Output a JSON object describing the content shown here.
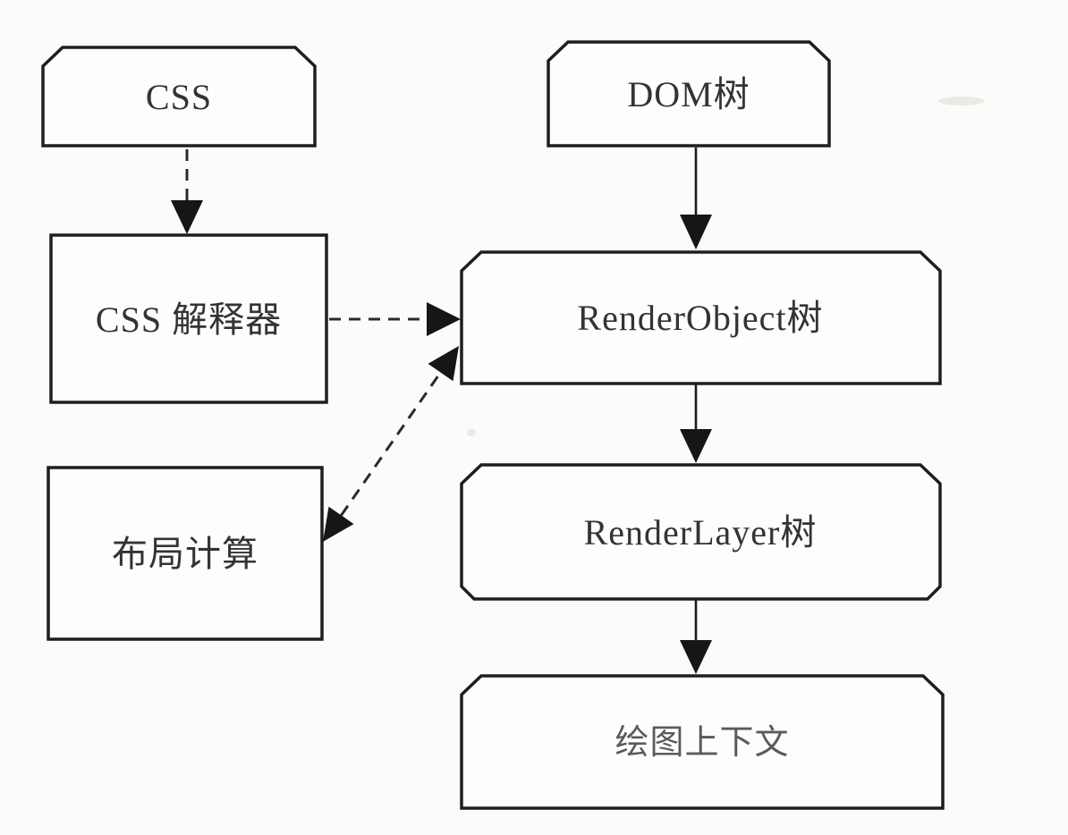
{
  "diagram": {
    "title": "WebKit rendering pipeline flowchart",
    "nodes": {
      "css": {
        "label": "CSS"
      },
      "css_interpreter": {
        "label": "CSS 解释器"
      },
      "layout": {
        "label": "布局计算"
      },
      "dom_tree": {
        "label": "DOM树"
      },
      "render_object_tree": {
        "label": "RenderObject树"
      },
      "render_layer_tree": {
        "label": "RenderLayer树"
      },
      "paint_context": {
        "label": "绘图上下文"
      }
    },
    "edges": [
      {
        "from": "css",
        "to": "css_interpreter",
        "style": "dashed",
        "direction": "one-way"
      },
      {
        "from": "dom_tree",
        "to": "render_object_tree",
        "style": "solid",
        "direction": "one-way"
      },
      {
        "from": "css_interpreter",
        "to": "render_object_tree",
        "style": "dashed",
        "direction": "one-way"
      },
      {
        "from": "layout",
        "to": "render_object_tree",
        "style": "dashed",
        "direction": "two-way"
      },
      {
        "from": "render_object_tree",
        "to": "render_layer_tree",
        "style": "solid",
        "direction": "one-way"
      },
      {
        "from": "render_layer_tree",
        "to": "paint_context",
        "style": "solid",
        "direction": "one-way"
      }
    ],
    "colors": {
      "line": "#1c1c1c",
      "box_border": "#1e1e1e",
      "box_fill": "#fdfdfb",
      "text": "#333333",
      "muted_text": "#5a5a5a",
      "background": "#fbfbf9"
    }
  }
}
